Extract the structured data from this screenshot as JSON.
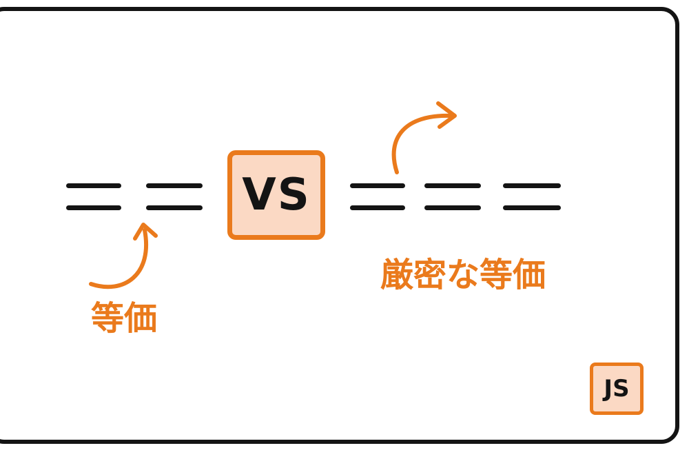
{
  "operators": {
    "loose": "==",
    "strict": "==="
  },
  "vs_badge": {
    "label": "VS"
  },
  "labels": {
    "loose": "等価",
    "strict": "厳密な等価"
  },
  "js_badge": {
    "label": "JS"
  },
  "colors": {
    "accent": "#ea7a1c",
    "badge_fill": "#fbd9c4",
    "ink": "#141414"
  },
  "icons": [
    "curved-arrow-icon",
    "curved-arrow-icon"
  ]
}
